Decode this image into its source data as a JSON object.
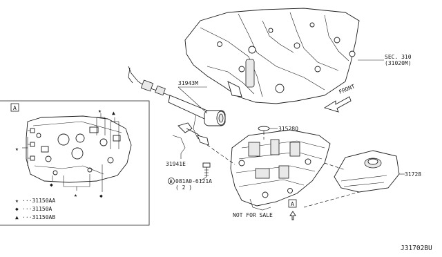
{
  "diagram": {
    "figure_code": "J31702BU",
    "section_ref": {
      "line1": "SEC. 310",
      "line2": "(31020M)"
    },
    "front_label": "FRONT",
    "not_for_sale": "NOT FOR SALE",
    "view_marker": "A",
    "callouts": {
      "p31943M": "31943M",
      "p31528Q": "31528Q",
      "p31941E": "31941E",
      "p31728": "31728",
      "bolt_code": "081A0-6121A",
      "bolt_circle": "B",
      "bolt_qty": "( 2 )"
    },
    "detail_panel": {
      "title_marker": "A",
      "legend": [
        {
          "symbol": "star",
          "glyph": "★",
          "text": "···31150AA"
        },
        {
          "symbol": "diamond",
          "glyph": "◆",
          "text": "···31150A"
        },
        {
          "symbol": "triangle",
          "glyph": "▲",
          "text": "···31150AB"
        }
      ]
    }
  }
}
